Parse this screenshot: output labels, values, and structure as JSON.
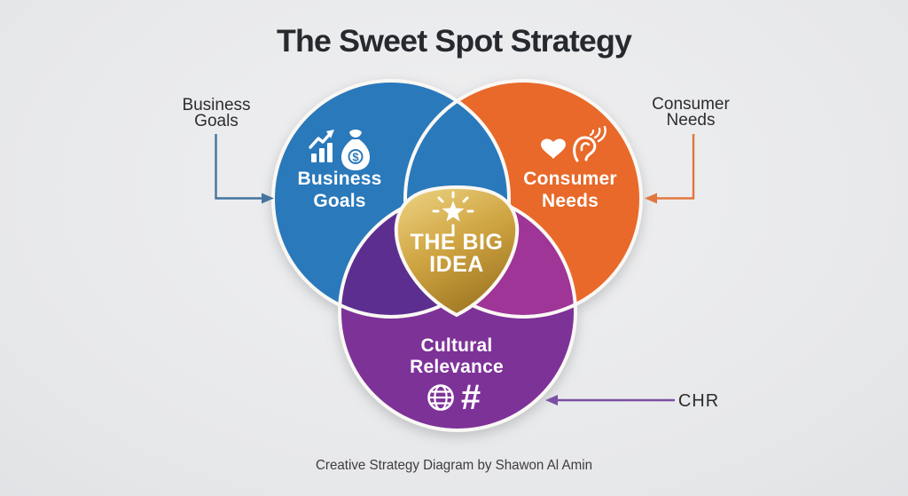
{
  "title": "The Sweet Spot Strategy",
  "footer": "Creative Strategy Diagram by Shawon Al Amin",
  "venn": {
    "business": {
      "line1": "Business",
      "line2": "Goals",
      "color": "#2b79bb",
      "icons": [
        "bar-chart",
        "money-bag"
      ]
    },
    "consumer": {
      "line1": "Consumer",
      "line2": "Needs",
      "color": "#e8692c",
      "icons": [
        "heart",
        "listening-ear"
      ]
    },
    "cultural": {
      "line1": "Cultural",
      "line2": "Relevance",
      "color": "#7d3098",
      "icons": [
        "globe",
        "hashtag"
      ]
    },
    "overlaps": {
      "business_consumer": "#2b79bb",
      "business_cultural": "#5c2e90",
      "consumer_cultural": "#9e3697"
    },
    "center": {
      "line1": "THE BIG",
      "line2": "IDEA",
      "icon": "sparkle-star",
      "gold_light": "#e8cc79",
      "gold_mid": "#cfa441",
      "gold_dark": "#9a7220"
    },
    "stroke_color": "#faf8f4",
    "glyphs": {
      "dollar": "$",
      "hashtag": "#"
    }
  },
  "callouts": {
    "business": {
      "line1": "Business",
      "line2": "Goals",
      "arrow_color": "#44749e"
    },
    "consumer": {
      "line1": "Consumer",
      "line2": "Needs",
      "arrow_color": "#e1763f"
    },
    "chr": {
      "label": "CHR",
      "arrow_color": "#7b4fa5"
    }
  }
}
